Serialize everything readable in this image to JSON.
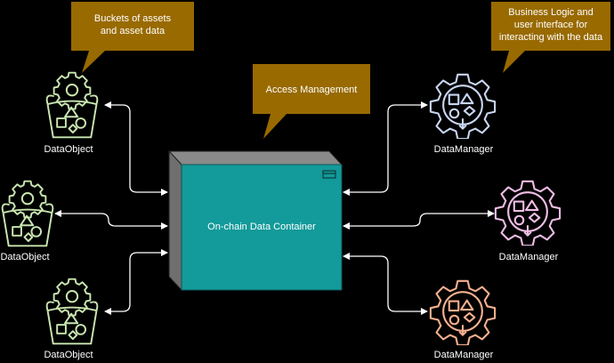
{
  "callouts": {
    "buckets": "Buckets of assets\nand asset data",
    "access": "Access Management",
    "business": "Business Logic and\nuser interface for\ninteracting with the data"
  },
  "container": {
    "label": "On-chain Data Container"
  },
  "data_objects": [
    {
      "label": "DataObject"
    },
    {
      "label": "DataObject"
    },
    {
      "label": "DataObject"
    }
  ],
  "data_managers": [
    {
      "label": "DataManager"
    },
    {
      "label": "DataManager"
    },
    {
      "label": "DataManager"
    }
  ],
  "colors": {
    "callout_fill": "#986a00",
    "container_front": "#139a9a",
    "container_side": "#6f6f6f",
    "object_green": "#c9e6b0",
    "manager_blue": "#c9d6f0",
    "manager_pink": "#f0bde6",
    "manager_orange": "#f5b08f",
    "arrow": "#ffffff"
  }
}
